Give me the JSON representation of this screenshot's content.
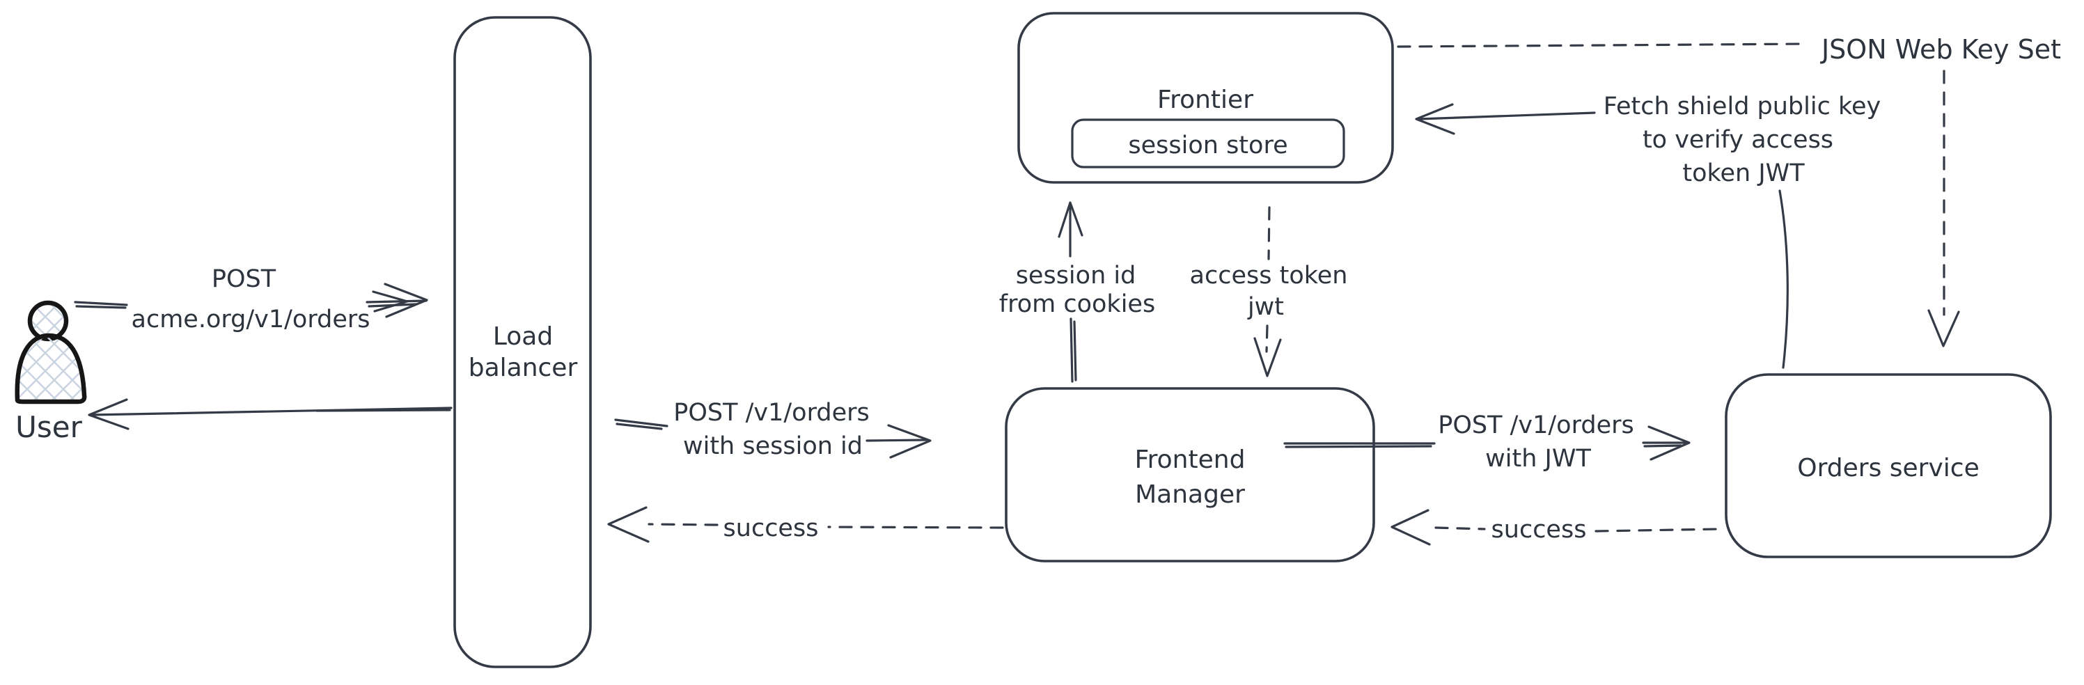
{
  "nodes": {
    "user": {
      "label": "User"
    },
    "load_balancer": {
      "label_line1": "Load",
      "label_line2": "balancer"
    },
    "frontier": {
      "label": "Frontier",
      "session_store_label": "session store"
    },
    "frontend_manager": {
      "label_line1": "Frontend",
      "label_line2": "Manager"
    },
    "orders_service": {
      "label": "Orders service"
    }
  },
  "edges": {
    "user_to_load_balancer": {
      "label_line1": "POST",
      "label_line2": "acme.org/v1/orders"
    },
    "load_balancer_to_frontend_manager": {
      "label_line1": "POST /v1/orders",
      "label_line2": "with session id"
    },
    "frontend_manager_to_load_balancer": {
      "label": "success"
    },
    "frontend_manager_to_frontier": {
      "label_line1": "session id",
      "label_line2": "from cookies"
    },
    "frontier_to_frontend_manager": {
      "label_line1": "access token",
      "label_line2": "jwt"
    },
    "frontend_manager_to_orders_service": {
      "label_line1": "POST /v1/orders",
      "label_line2": "with JWT"
    },
    "orders_service_to_frontend_manager": {
      "label": "success"
    },
    "frontier_to_jwks": {
      "label": "JSON Web Key Set"
    },
    "orders_service_to_frontier": {
      "label_line1": "Fetch shield public key",
      "label_line2": "to verify access",
      "label_line3": "token JWT"
    }
  },
  "colors": {
    "stroke": "#343a46",
    "ink": "#2e343e",
    "user_stroke": "#161616",
    "hatch": "#c9d4e0",
    "background": "#ffffff"
  }
}
